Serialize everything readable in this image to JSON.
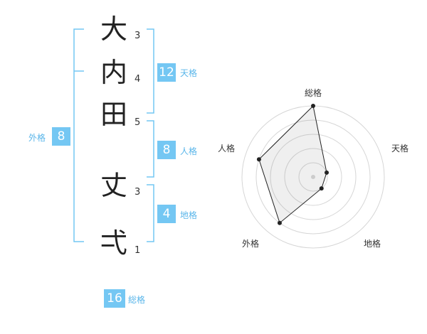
{
  "name": {
    "characters": [
      {
        "char": "大",
        "strokes": "3"
      },
      {
        "char": "内",
        "strokes": "4"
      },
      {
        "char": "田",
        "strokes": "5"
      },
      {
        "char": "丈",
        "strokes": "3"
      },
      {
        "char": "弌",
        "strokes": "1"
      }
    ]
  },
  "fortunes": {
    "tenkaku": {
      "label": "天格",
      "value": "12"
    },
    "jinkaku": {
      "label": "人格",
      "value": "8"
    },
    "chikaku": {
      "label": "地格",
      "value": "4"
    },
    "gaikaku": {
      "label": "外格",
      "value": "8"
    },
    "soukaku": {
      "label": "総格",
      "value": "16"
    }
  },
  "colors": {
    "accent": "#74c7f3",
    "accent_text": "#5ab6ea",
    "bracket": "#74c7f3"
  },
  "chart_data": {
    "type": "radar",
    "axes": [
      "総格",
      "天格",
      "地格",
      "外格",
      "人格"
    ],
    "values": [
      5,
      1,
      1,
      4,
      4
    ],
    "rmax": 5,
    "rings": 5
  }
}
